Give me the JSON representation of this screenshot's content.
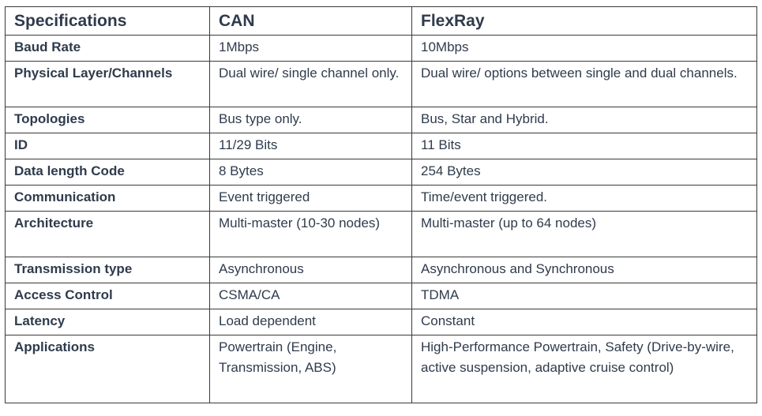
{
  "table": {
    "headers": [
      "Specifications",
      "CAN",
      "FlexRay"
    ],
    "rows": [
      {
        "spec": "Baud Rate",
        "can": "1Mbps",
        "flexray": "10Mbps"
      },
      {
        "spec": "Physical Layer/Channels",
        "can": "Dual wire/ single channel only.",
        "flexray": "Dual wire/ options between single and dual channels."
      },
      {
        "spec": "Topologies",
        "can": "Bus type only.",
        "flexray": "Bus, Star and Hybrid."
      },
      {
        "spec": "ID",
        "can": "11/29 Bits",
        "flexray": "11 Bits"
      },
      {
        "spec": "Data length Code",
        "can": "8 Bytes",
        "flexray": "254 Bytes"
      },
      {
        "spec": "Communication",
        "can": "Event triggered",
        "flexray": "Time/event triggered."
      },
      {
        "spec": "Architecture",
        "can": "Multi-master (10-30 nodes)",
        "flexray": "Multi-master (up to 64 nodes)"
      },
      {
        "spec": "Transmission type",
        "can": "Asynchronous",
        "flexray": "Asynchronous and Synchronous"
      },
      {
        "spec": "Access Control",
        "can": "CSMA/CA",
        "flexray": "TDMA"
      },
      {
        "spec": "Latency",
        "can": "Load dependent",
        "flexray": "Constant"
      },
      {
        "spec": "Applications",
        "can": "Powertrain (Engine, Transmission, ABS)",
        "flexray": "High-Performance Powertrain, Safety (Drive-by-wire, active suspension, adaptive cruise control)"
      }
    ]
  },
  "colors": {
    "text": "#2f3b4c",
    "border": "#3a3a3a",
    "background": "#ffffff"
  }
}
